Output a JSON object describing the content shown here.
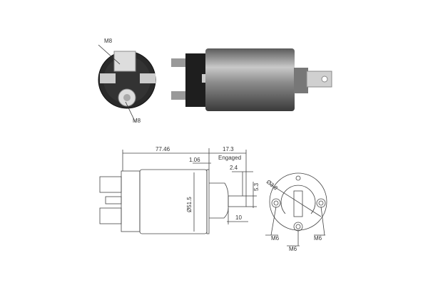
{
  "photo": {
    "end_view_labels": {
      "top_terminal": "M8",
      "bottom_terminal": "M8"
    }
  },
  "drawing": {
    "dimensions": {
      "overall_length": "77.46",
      "engaged_travel": "17.3",
      "engaged_label": "Engaged",
      "flange_gap": "1.06",
      "shaft_tip": "2.4",
      "shaft_height": "5.3",
      "shaft_length": "10",
      "body_diameter": "Ø51.5",
      "hole_diameter": "Ø3.8"
    },
    "mount_holes": [
      "M6",
      "M6",
      "M6"
    ]
  },
  "colors": {
    "line": "#444444",
    "photo_dark": "#2a2a2a",
    "photo_metal": "#9a9a9a"
  }
}
